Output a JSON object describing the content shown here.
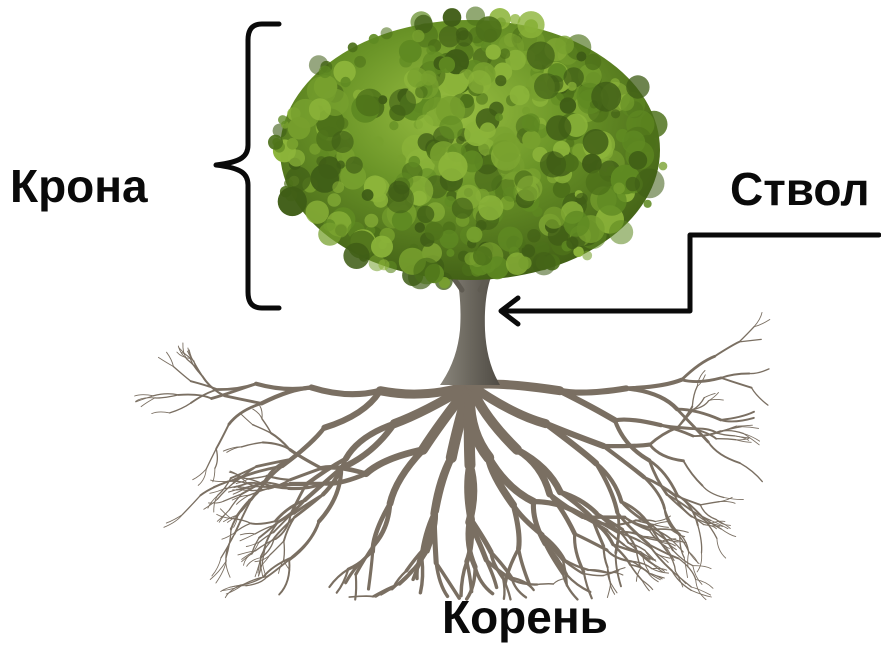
{
  "labels": {
    "crown": "Крона",
    "trunk": "Ствол",
    "root": "Корень"
  },
  "colors": {
    "text": "#0a0a0a",
    "pointer": "#0a0a0a",
    "foliage_dark": "#3f5d16",
    "foliage_mid": "#5f8a22",
    "foliage_light": "#8cb43a",
    "trunk": "#6f6b62",
    "roots": "#7a6f62"
  },
  "icons": {
    "crown_marker": "curly-brace",
    "trunk_marker": "elbow-arrow"
  }
}
